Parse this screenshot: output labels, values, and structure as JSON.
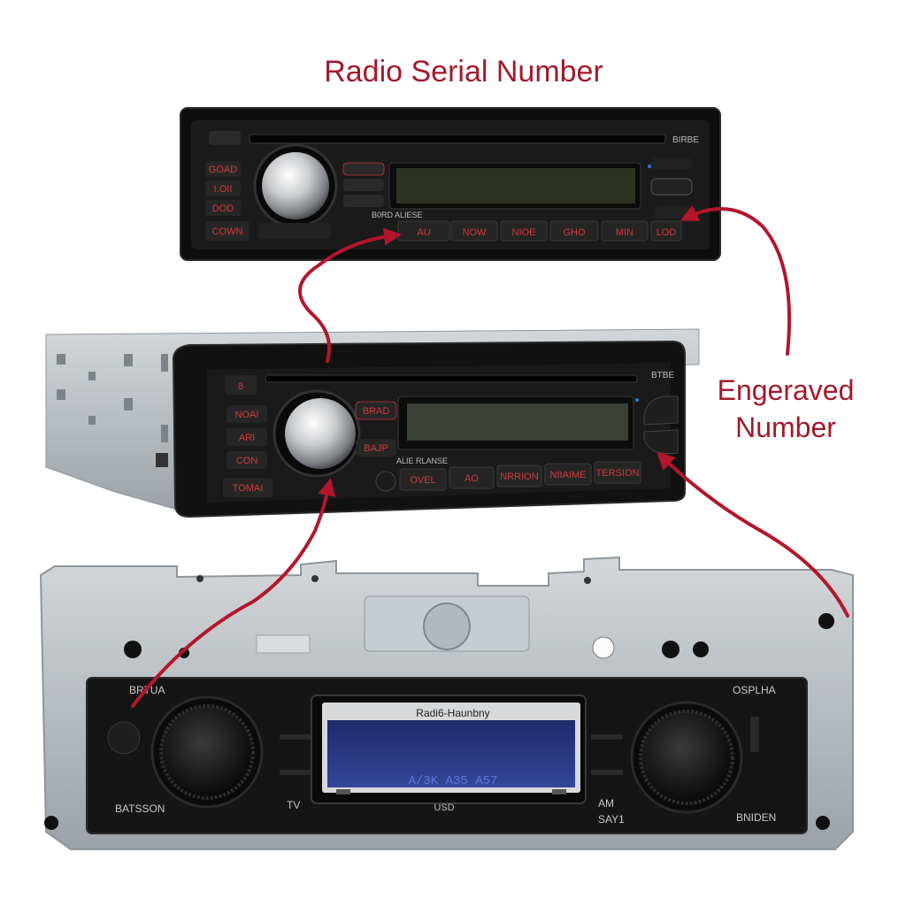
{
  "annotations": {
    "title": "Radio Serial Number",
    "side_label_line1": "Engeraved",
    "side_label_line2": "Number",
    "arrow_color": "#b3162b"
  },
  "top_unit": {
    "tr_badge": "BIRBE",
    "left_buttons": [
      "GOAD",
      "I.OII",
      "DOD",
      "COWN"
    ],
    "display_caption": "B0RD  ALIESE",
    "bottom_buttons": [
      "AU",
      "NOW",
      "NIOE",
      "GHO",
      "MIN",
      "LOD"
    ]
  },
  "middle_unit": {
    "tr_badge": "BTBE",
    "top_button": "8",
    "left_buttons": [
      "NOAI",
      "ARI",
      "CON",
      "TOMAI"
    ],
    "side_buttons": [
      "BRAD",
      "BAJP"
    ],
    "display_caption": "ALIE  RLANSE",
    "bottom_buttons": [
      "OVEL",
      "AO",
      "NRRION",
      "NIIAIME",
      "TERSION"
    ]
  },
  "bottom_unit": {
    "top_left": "BRTUA",
    "top_right": "OSPLHA",
    "bottom_left": "BATSSON",
    "bottom_right": "BNIDEN",
    "display_title": "Radi6-Haunbny",
    "display_digits": "A/3K  A35 A57",
    "center_logo": "USD",
    "small_left": "TV",
    "small_right": "AM",
    "small_right_bottom": "SAY1"
  },
  "colors": {
    "chassis": "#b9bec2",
    "faceplate": "#161616",
    "lcd_dark": "#2d3322",
    "lcd_blue": "#27367a",
    "button_text": "#d33a3a"
  }
}
